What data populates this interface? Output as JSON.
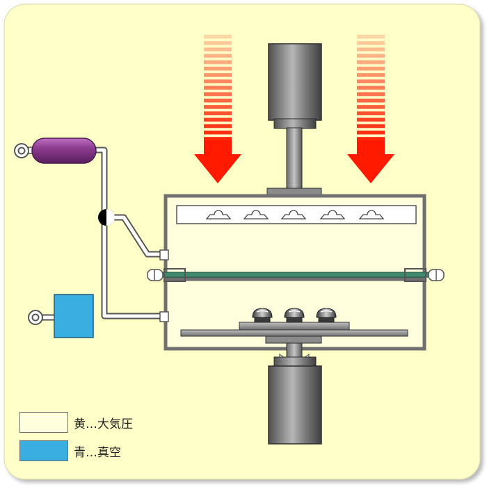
{
  "colors": {
    "panel_bg": "#ffffc8",
    "atmosphere": "#ffffde",
    "vacuum": "#39aee0",
    "heat_arrow": "#ff1a00",
    "bladder": "#8c3c8e",
    "valve": "#000000",
    "conveyor": "#3f8a6e",
    "metal": "#8a8a8a",
    "chamber_wall": "#707070"
  },
  "icons": {
    "heat_left": "heat-arrow-down",
    "heat_right": "heat-arrow-down",
    "press_top": "press-cylinder",
    "press_bottom": "press-cylinder",
    "bladder": "atmosphere-bladder",
    "pump": "vacuum-pump",
    "valve": "three-way-valve"
  },
  "legend": [
    {
      "label": "黄…大気圧",
      "color": "#ffffde"
    },
    {
      "label": "青…真空",
      "color": "#39aee0"
    }
  ]
}
